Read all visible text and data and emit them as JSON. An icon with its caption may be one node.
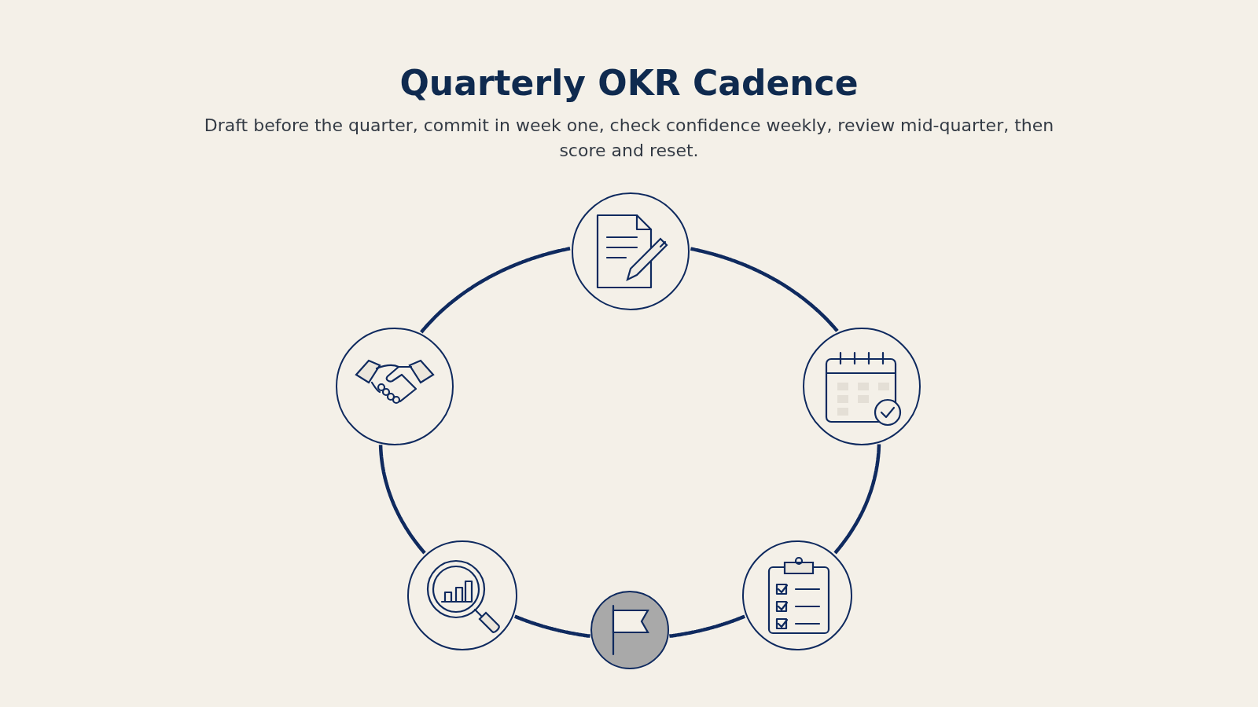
{
  "diagram": {
    "title": "Quarterly OKR Cadence",
    "nodes": [
      {
        "text": [],
        "shape": "circle"
      },
      {
        "text": [],
        "shape": "circle"
      },
      {
        "text": [],
        "shape": "circle"
      },
      {
        "text": [],
        "shape": "circle"
      },
      {
        "text": [],
        "shape": "circle"
      },
      {
        "text": [],
        "shape": "circle"
      }
    ],
    "edges": [
      {
        "from": 0,
        "to": 2,
        "arrow": "none"
      },
      {
        "from": 2,
        "to": 4,
        "arrow": "none"
      },
      {
        "from": 4,
        "to": 5,
        "arrow": "none"
      },
      {
        "from": 5,
        "to": 3,
        "arrow": "none"
      },
      {
        "from": 3,
        "to": 1,
        "arrow": "none"
      },
      {
        "from": 1,
        "to": 0,
        "arrow": "none"
      }
    ],
    "labels": [
      "Draft before the quarter, commit in week one, check confidence weekly, review mid-quarter, then score and reset."
    ]
  }
}
